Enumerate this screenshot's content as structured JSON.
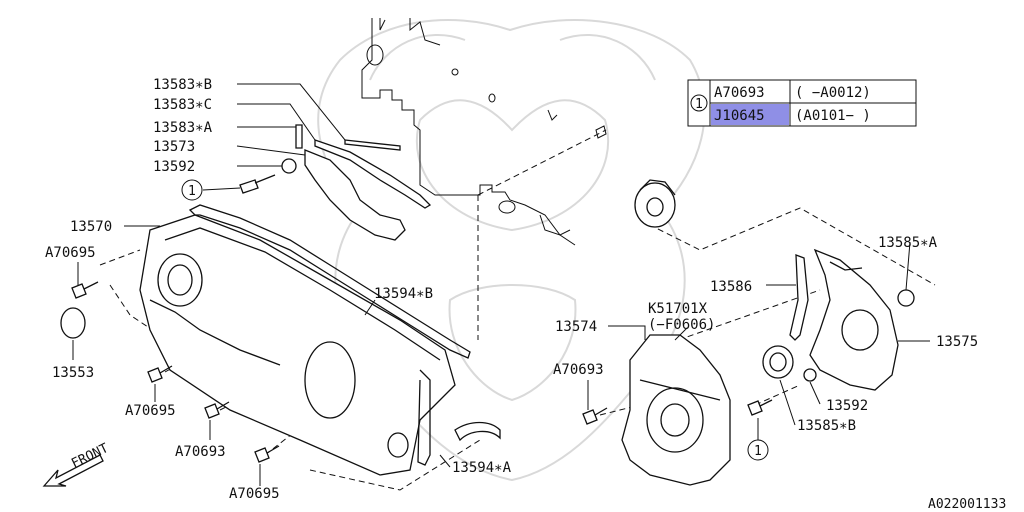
{
  "diagram_id": "A022001133",
  "front_label": "FRONT",
  "callouts": [
    {
      "id": "p13583B",
      "text": "13583∗B"
    },
    {
      "id": "p13583C",
      "text": "13583∗C"
    },
    {
      "id": "p13583A",
      "text": "13583∗A"
    },
    {
      "id": "p13573",
      "text": "13573"
    },
    {
      "id": "p13592a",
      "text": "13592"
    },
    {
      "id": "p13570",
      "text": "13570"
    },
    {
      "id": "pA70695a",
      "text": "A70695"
    },
    {
      "id": "p13553",
      "text": "13553"
    },
    {
      "id": "pA70695b",
      "text": "A70695"
    },
    {
      "id": "pA70693a",
      "text": "A70693"
    },
    {
      "id": "pA70695c",
      "text": "A70695"
    },
    {
      "id": "p13594B",
      "text": "13594∗B"
    },
    {
      "id": "p13594A",
      "text": "13594∗A"
    },
    {
      "id": "pK51701X",
      "text": "K51701X"
    },
    {
      "id": "pF0606",
      "text": "(−F0606)"
    },
    {
      "id": "p13574",
      "text": "13574"
    },
    {
      "id": "pA70693b",
      "text": "A70693"
    },
    {
      "id": "p13586",
      "text": "13586"
    },
    {
      "id": "p13585A",
      "text": "13585∗A"
    },
    {
      "id": "p13575",
      "text": "13575"
    },
    {
      "id": "p13592b",
      "text": "13592"
    },
    {
      "id": "p13585B",
      "text": "13585∗B"
    }
  ],
  "ref_markers": [
    "1",
    "1",
    "1"
  ],
  "ref_table": {
    "marker": "1",
    "rows": [
      {
        "part": "A70693",
        "range": "(    −A0012)",
        "highlighted": false
      },
      {
        "part": "J10645",
        "range": "(A0101−    )",
        "highlighted": true
      }
    ]
  },
  "colors": {
    "line": "#111111",
    "highlight": "#8f8fe6",
    "watermark": "#d9d9d9"
  }
}
